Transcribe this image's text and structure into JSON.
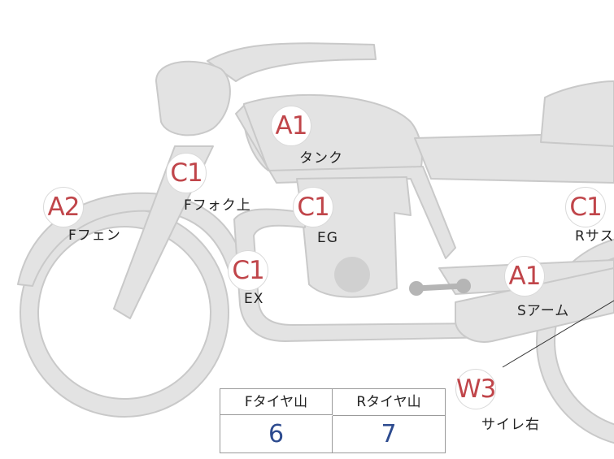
{
  "parts": [
    {
      "code": "A1",
      "label": "タンク"
    },
    {
      "code": "C1",
      "label": "Fフォク上"
    },
    {
      "code": "A2",
      "label": "Fフェン"
    },
    {
      "code": "C1",
      "label": "EG"
    },
    {
      "code": "C1",
      "label": "EX"
    },
    {
      "code": "C1",
      "label": "Rサス"
    },
    {
      "code": "A1",
      "label": "Sアーム"
    },
    {
      "code": "W3",
      "label": "サイレ右"
    }
  ],
  "tire_table": {
    "front_header": "Fタイヤ山",
    "rear_header": "Rタイヤ山",
    "front_value": "6",
    "rear_value": "7"
  },
  "colors": {
    "body_fill": "#e3e3e3",
    "body_stroke": "#c9c9c9",
    "code_text": "#c0454a",
    "value_text": "#2d4b8f"
  }
}
